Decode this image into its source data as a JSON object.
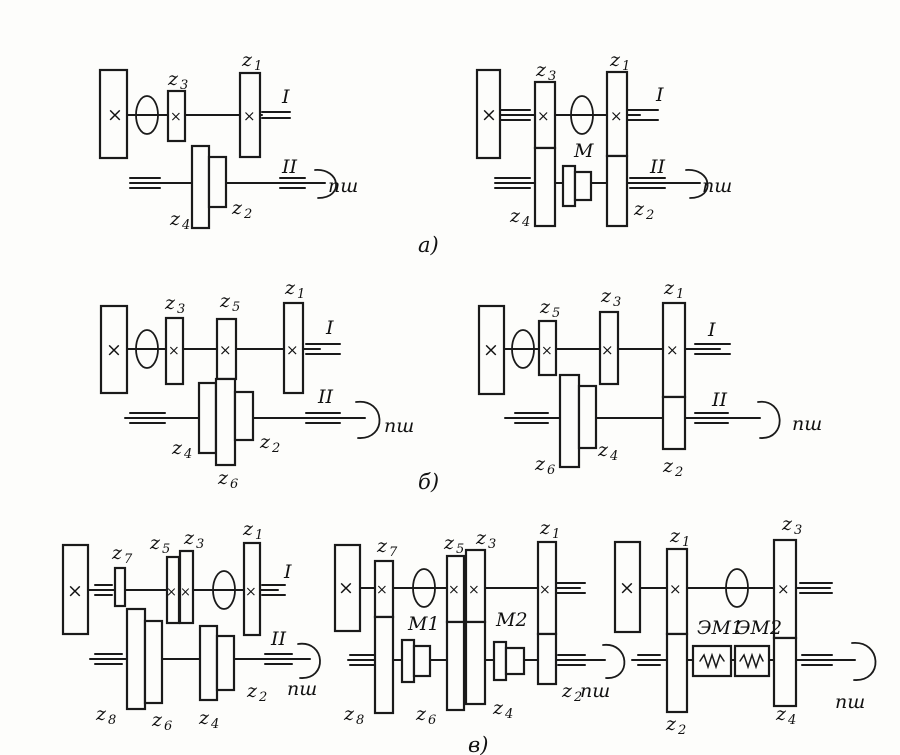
{
  "labels": {
    "z1": "z",
    "z1s": "1",
    "z2": "z",
    "z2s": "2",
    "z3": "z",
    "z3s": "3",
    "z4": "z",
    "z4s": "4",
    "z5": "z",
    "z5s": "5",
    "z6": "z",
    "z6s": "6",
    "z7": "z",
    "z7s": "7",
    "z8": "z",
    "z8s": "8",
    "shaft_I": "I",
    "shaft_II": "II",
    "n_sh": "nш",
    "M": "M",
    "M1": "M1",
    "M2": "M2",
    "EM1": "ЭМ1",
    "EM2": "ЭМ2"
  },
  "captions": {
    "a": "а)",
    "b": "б)",
    "c": "в)"
  }
}
